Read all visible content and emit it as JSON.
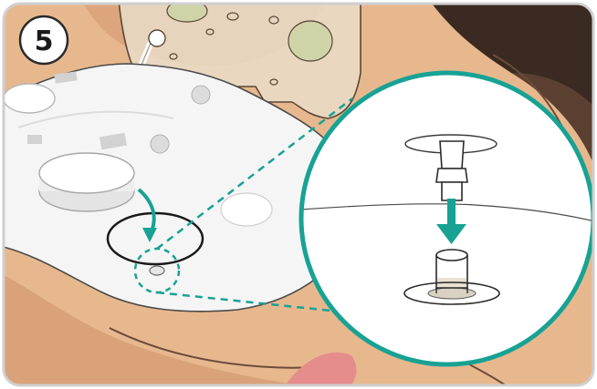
{
  "step": {
    "number": "5"
  },
  "colors": {
    "frame_border": "#cfcfcf",
    "skin": "#e7b88e",
    "skin_shadow": "#c68c63",
    "outline": "#5a4636",
    "device_body": "#f4f4f4",
    "device_shadow": "#d9d9d9",
    "teal_accent": "#17a294",
    "badge_fill": "#ffffff",
    "badge_stroke": "#2a2a2a"
  },
  "icons": {
    "step_badge": "step-number-badge",
    "magnifier": "zoom-detail-circle",
    "insert_arrow": "arrow-down-icon"
  }
}
